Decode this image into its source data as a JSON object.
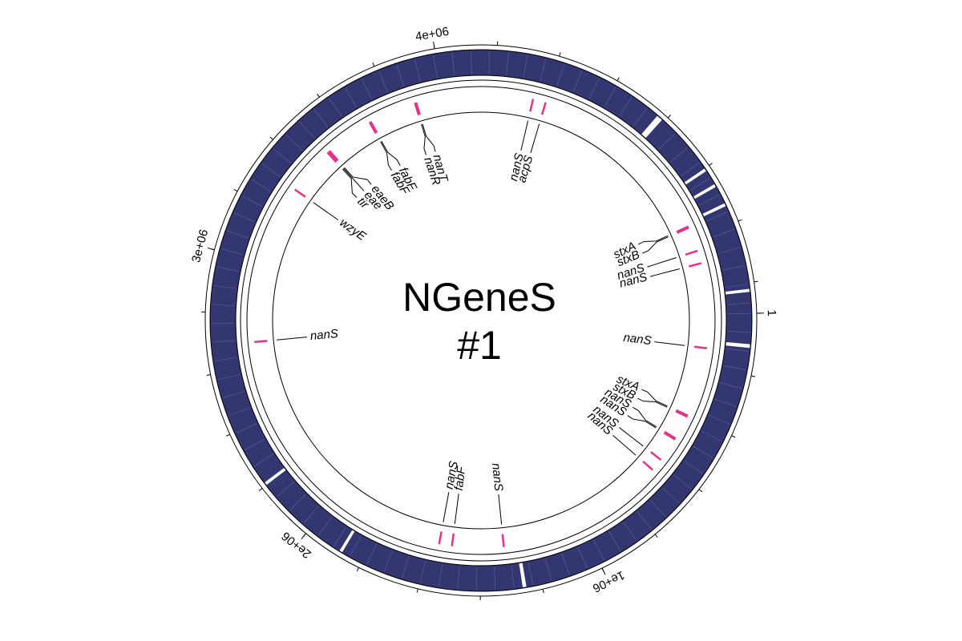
{
  "title": {
    "line1": "NGeneS",
    "line2": "#1"
  },
  "colors": {
    "genome_track": "#333670",
    "gene_marker": "#e8318a",
    "outline": "#000000",
    "background": "#ffffff"
  },
  "genome": {
    "length": 5500000,
    "origin_label": "1",
    "ticks": [
      {
        "pos": 1000000,
        "label": "1e+06"
      },
      {
        "pos": 2000000,
        "label": "2e+06"
      },
      {
        "pos": 3000000,
        "label": "3e+06"
      },
      {
        "pos": 4000000,
        "label": "4e+06"
      }
    ],
    "gaps": [
      {
        "start": 100000,
        "end": 112000
      },
      {
        "start": 1250000,
        "end": 1262000
      },
      {
        "start": 1870000,
        "end": 1880000
      },
      {
        "start": 2200000,
        "end": 2210000
      },
      {
        "start": 4770000,
        "end": 4790000
      },
      {
        "start": 5000000,
        "end": 5010000
      },
      {
        "start": 5060000,
        "end": 5070000
      },
      {
        "start": 5130000,
        "end": 5140000
      },
      {
        "start": 5420000,
        "end": 5430000
      }
    ]
  },
  "genes": [
    {
      "name": "nanS",
      "pos": 130000
    },
    {
      "name": "stxA",
      "pos": 400000
    },
    {
      "name": "stxB",
      "pos": 405000
    },
    {
      "name": "nanS",
      "pos": 500000
    },
    {
      "name": "nanS",
      "pos": 505000
    },
    {
      "name": "nanS",
      "pos": 600000
    },
    {
      "name": "nanS",
      "pos": 650000
    },
    {
      "name": "nanS",
      "pos": 1310000
    },
    {
      "name": "fabF",
      "pos": 1510000
    },
    {
      "name": "nanS",
      "pos": 1560000
    },
    {
      "name": "nanS",
      "pos": 2690000
    },
    {
      "name": "wzyE",
      "pos": 3310000
    },
    {
      "name": "tir",
      "pos": 3500000
    },
    {
      "name": "eae",
      "pos": 3505000
    },
    {
      "name": "eaeB",
      "pos": 3510000
    },
    {
      "name": "fabF",
      "pos": 3700000
    },
    {
      "name": "fabF",
      "pos": 3705000
    },
    {
      "name": "nanR",
      "pos": 3890000
    },
    {
      "name": "nanT",
      "pos": 3895000
    },
    {
      "name": "nanS",
      "pos": 4350000
    },
    {
      "name": "acpS",
      "pos": 4400000
    },
    {
      "name": "stxA",
      "pos": 5150000
    },
    {
      "name": "stxB",
      "pos": 5155000
    },
    {
      "name": "nanS",
      "pos": 5250000
    },
    {
      "name": "nanS",
      "pos": 5300000
    }
  ]
}
